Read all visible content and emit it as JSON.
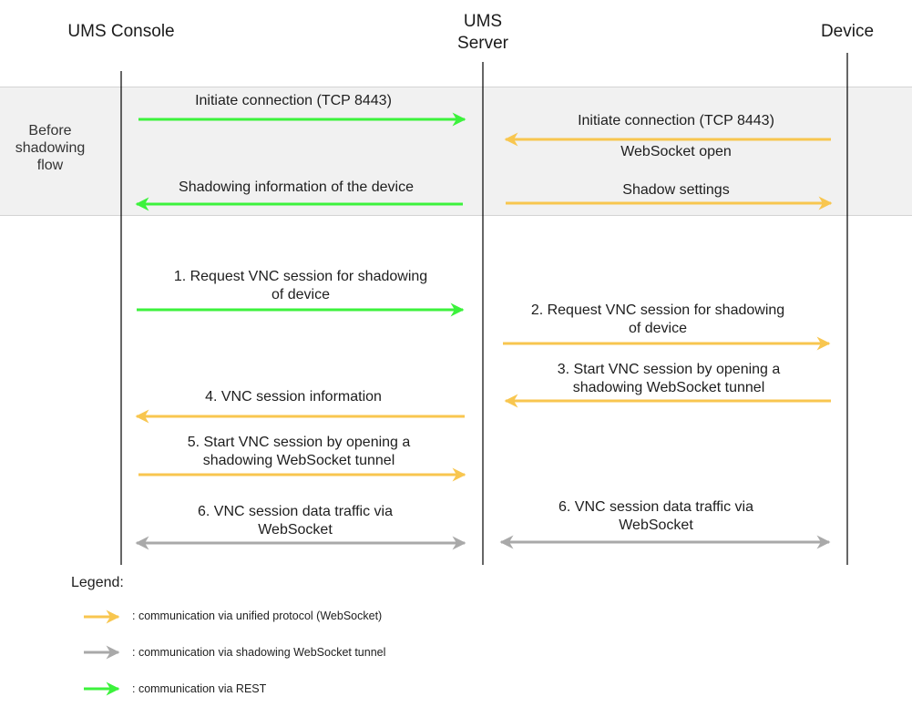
{
  "participants": {
    "console": "UMS Console",
    "server_line1": "UMS",
    "server_line2": "Server",
    "device": "Device"
  },
  "before_flow": {
    "label_line1": "Before",
    "label_line2": "shadowing",
    "label_line3": "flow"
  },
  "messages": {
    "m_initiate_console": "Initiate connection (TCP 8443)",
    "m_initiate_device": "Initiate connection (TCP 8443)",
    "m_websocket_open": "WebSocket open",
    "m_shadow_info": "Shadowing information of the device",
    "m_shadow_settings": "Shadow settings",
    "m1_line1": "1.   Request VNC session for shadowing",
    "m1_line2": "of device",
    "m2_line1": "2.   Request VNC session for shadowing",
    "m2_line2": "of device",
    "m3_line1": "3.   Start VNC session by opening a",
    "m3_line2": "shadowing WebSocket tunnel",
    "m4": "4.   VNC session information",
    "m5_line1": "5.   Start VNC session by opening a",
    "m5_line2": "shadowing WebSocket tunnel",
    "m6a_line1": "6.   VNC session data traffic via",
    "m6a_line2": "WebSocket",
    "m6b_line1": "6.   VNC session data traffic via",
    "m6b_line2": "WebSocket"
  },
  "legend": {
    "title": "Legend:",
    "items": [
      {
        "text": ": communication via unified protocol (WebSocket)",
        "color": "#f8c64f"
      },
      {
        "text": ": communication via shadowing WebSocket tunnel",
        "color": "#a9a9a9"
      },
      {
        "text": ": communication via REST",
        "color": "#3cf23c"
      }
    ]
  },
  "colors": {
    "rest": "#3cf23c",
    "websocket": "#f8c64f",
    "tunnel": "#a9a9a9",
    "lifeline": "#000000"
  }
}
